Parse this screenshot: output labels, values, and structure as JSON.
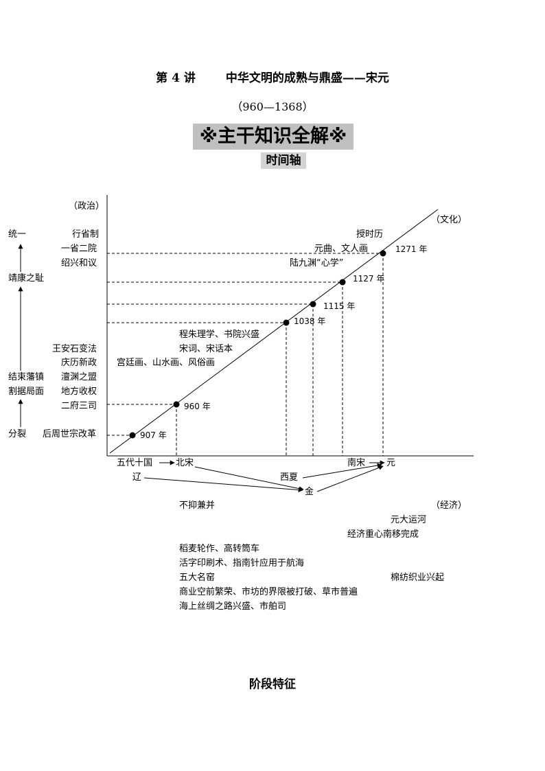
{
  "header": {
    "lecture": "第 4 讲",
    "title": "中华文明的成熟与鼎盛——宋元",
    "date_range": "（960—1368）",
    "banner": "※主干知识全解※",
    "timeline_heading": "时间轴"
  },
  "axis_labels": {
    "politics": "（政治）",
    "culture": "（文化）",
    "economy": "（经济）"
  },
  "trend_labels": [
    "统一",
    "靖康之耻",
    "结束藩镇",
    "割据局面",
    "分裂"
  ],
  "politics_events": [
    "行省制",
    "一省二院",
    "绍兴和议",
    "王安石变法",
    "庆历新政",
    "澶渊之盟",
    "地方收权",
    "二府三司",
    "后周世宗改革"
  ],
  "years": [
    "907 年",
    "960 年",
    "1038 年",
    "1115 年",
    "1127 年",
    "1271 年"
  ],
  "culture_events": [
    "授时历",
    "元曲、文人画",
    "陆九渊“心学”",
    "程朱理学、书院兴盛",
    "宋词、宋话本",
    "宫廷画、山水画、风俗画"
  ],
  "dynasties": [
    "五代十国",
    "北宋",
    "辽",
    "西夏",
    "金",
    "南宋",
    "元"
  ],
  "economy_events": {
    "left": [
      "不抑兼并",
      "稻麦轮作、高转筒车",
      "活字印刷术、指南针应用于航海",
      "五大名窑",
      "商业空前繁荣、市坊的界限被打破、草市普遍",
      "海上丝绸之路兴盛、市舶司"
    ],
    "right": [
      "元大运河",
      "经济重心南移完成",
      "棉纺织业兴起"
    ]
  },
  "stage_heading": "阶段特征"
}
